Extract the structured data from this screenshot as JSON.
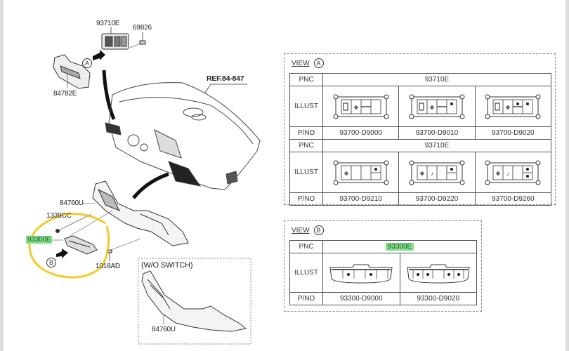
{
  "diagram": {
    "type": "parts-catalog-exploded-view",
    "callouts": {
      "switch_upper": "93710E",
      "screw": "69826",
      "bezel": "84782E",
      "reference": "REF.84-847",
      "lower_panel": "84760U",
      "clip": "1339CC",
      "switch_lower": "93300E",
      "bolt": "1018AD",
      "wo_switch_title": "(W/O SWITCH)",
      "wo_switch_part": "84760U",
      "view_marker_a": "A",
      "view_marker_b": "B"
    },
    "highlight": {
      "part": "93300E",
      "highlight_color": "#7fe08a",
      "ring_color": "#f2c200"
    }
  },
  "view_a": {
    "title": "VIEW",
    "marker": "A",
    "row_labels": {
      "pnc": "PNC",
      "illust": "ILLUST",
      "pno": "P/NO"
    },
    "groups": [
      {
        "pnc": "93710E",
        "items": [
          {
            "pno": "93700-D9000",
            "illust": "switch-variant-1"
          },
          {
            "pno": "93700-D9010",
            "illust": "switch-variant-2"
          },
          {
            "pno": "93700-D9020",
            "illust": "switch-variant-3"
          }
        ]
      },
      {
        "pnc": "93710E",
        "items": [
          {
            "pno": "93700-D9210",
            "illust": "switch-variant-4"
          },
          {
            "pno": "93700-D9220",
            "illust": "switch-variant-5"
          },
          {
            "pno": "93700-D9260",
            "illust": "switch-variant-6"
          }
        ]
      }
    ]
  },
  "view_b": {
    "title": "VIEW",
    "marker": "B",
    "row_labels": {
      "pnc": "PNC",
      "illust": "ILLUST",
      "pno": "P/NO"
    },
    "pnc": "93300E",
    "items": [
      {
        "pno": "93300-D9000",
        "illust": "lower-switch-2-button"
      },
      {
        "pno": "93300-D9020",
        "illust": "lower-switch-4-button"
      }
    ]
  }
}
